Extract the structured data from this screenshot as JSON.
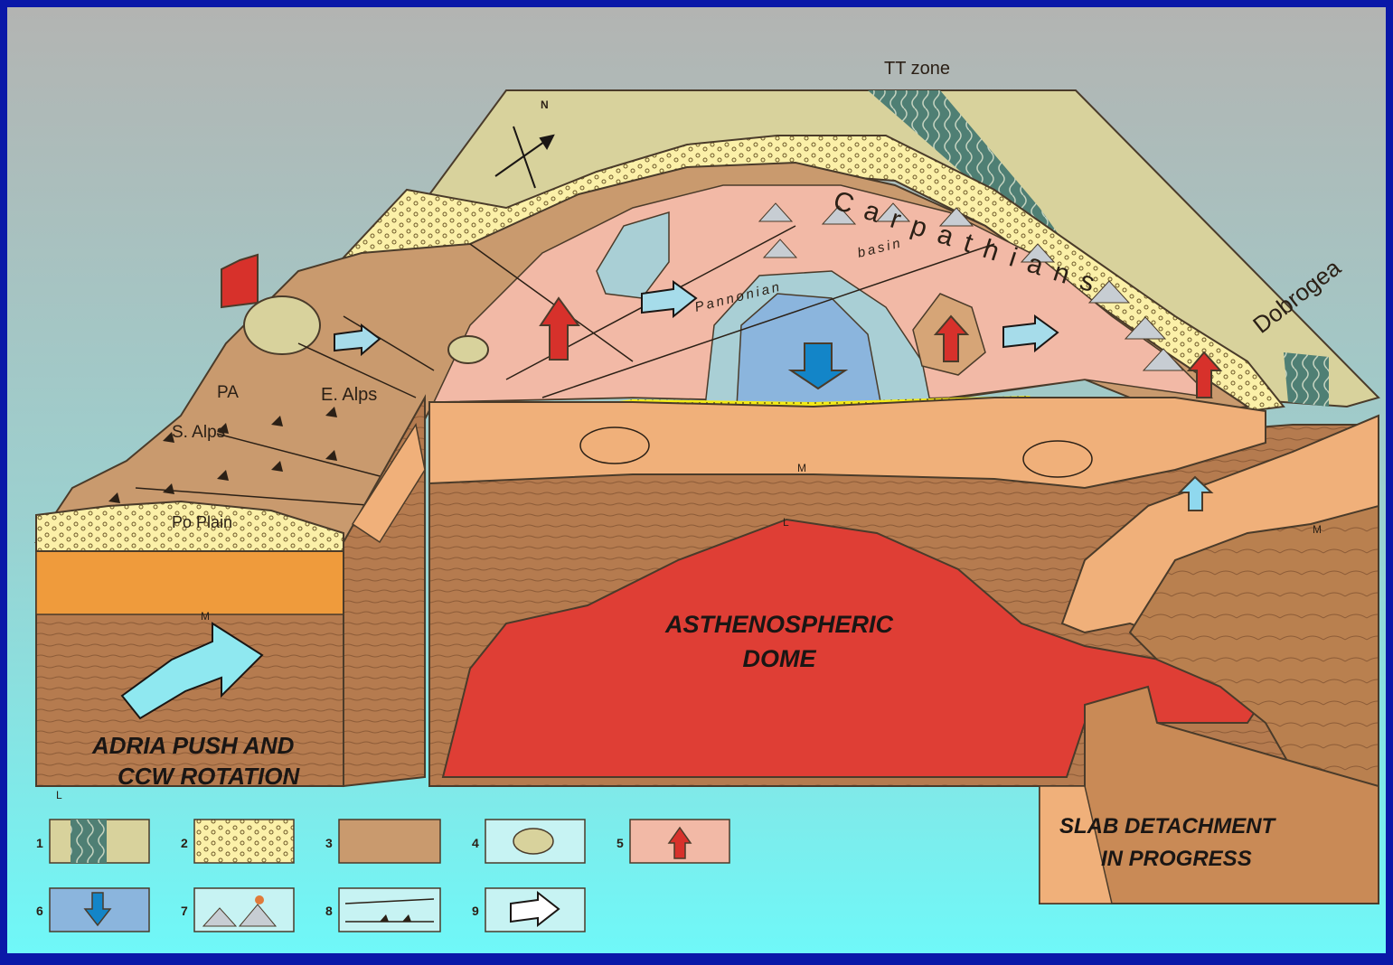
{
  "labels": {
    "tt_zone": "TT zone",
    "north": "N",
    "carpathians": "Carpathians",
    "pannonian": "Pannonian",
    "basin": "basin",
    "dobrogea": "Dobrogea",
    "e_alps": "E. Alps",
    "s_alps": "S. Alps",
    "pa": "PA",
    "po_plain": "Po Plain",
    "moho_left": "M",
    "moho_mid": "M",
    "moho_right": "M",
    "lithosphere_left": "L",
    "lithosphere_mid": "L",
    "adria_line1": "ADRIA PUSH AND",
    "adria_line2": "CCW ROTATION",
    "dome_line1": "ASTHENOSPHERIC",
    "dome_line2": "DOME",
    "slab_line1": "SLAB DETACHMENT",
    "slab_line2": "IN PROGRESS"
  },
  "legend": [
    {
      "num": "1",
      "icon": "tt-zone-swatch"
    },
    {
      "num": "2",
      "icon": "molasse-dots-swatch"
    },
    {
      "num": "3",
      "icon": "orogen-swatch"
    },
    {
      "num": "4",
      "icon": "rotating-block-swatch"
    },
    {
      "num": "5",
      "icon": "uplift-arrow-swatch"
    },
    {
      "num": "6",
      "icon": "subsidence-arrow-swatch"
    },
    {
      "num": "7",
      "icon": "volcano-swatch"
    },
    {
      "num": "8",
      "icon": "thrust-fault-swatch"
    },
    {
      "num": "9",
      "icon": "translation-arrow-swatch"
    }
  ],
  "colors": {
    "frame": "#0a18a8",
    "sky_top": "#b3b4b2",
    "sky_bottom": "#6ff8f8",
    "platform": "#d8d29c",
    "molasse": "#fbf0a8",
    "orogen": "#c99a6e",
    "basin_pink": "#f2b9a6",
    "basin_blue": "#8bb5dd",
    "crust": "#f0b07a",
    "lithosphere": "#b57b4f",
    "asthenosphere": "#df3e35",
    "tt_zone": "#4f7f74",
    "uplift_arrow": "#d7312b",
    "subsidence_arrow": "#1385c8"
  }
}
